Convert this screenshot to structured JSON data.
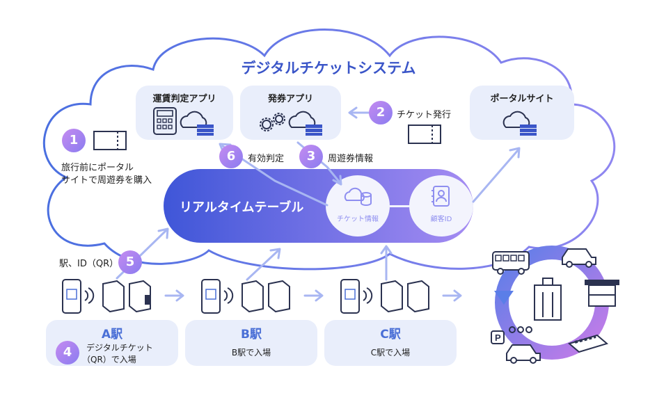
{
  "title": "デジタルチケットシステム",
  "apps": [
    {
      "label": "運賃判定アプリ"
    },
    {
      "label": "発券アプリ"
    },
    {
      "label": "ポータルサイト"
    }
  ],
  "steps": [
    {
      "num": "1",
      "text_line1": "旅行前にポータル",
      "text_line2": "サイトで周遊券を購入"
    },
    {
      "num": "2",
      "text": "チケット発行"
    },
    {
      "num": "3",
      "text": "周遊券情報"
    },
    {
      "num": "4",
      "text_line1": "デジタルチケット",
      "text_line2": "（QR）で入場"
    },
    {
      "num": "5",
      "text": "駅、ID（QR）"
    },
    {
      "num": "6",
      "text": "有効判定"
    }
  ],
  "realtime_table": {
    "label": "リアルタイムテーブル",
    "ticket_info": "チケット情報",
    "customer_id": "顧客ID"
  },
  "stations": [
    {
      "name": "A駅",
      "desc": ""
    },
    {
      "name": "B駅",
      "desc": "B駅で入場"
    },
    {
      "name": "C駅",
      "desc": "C駅で入場"
    }
  ],
  "colors": {
    "accent_blue": "#4a6fd6",
    "accent_purple": "#a27cf0",
    "cloud_outline": "#5b6cf2",
    "box_fill": "#e9eefb"
  }
}
